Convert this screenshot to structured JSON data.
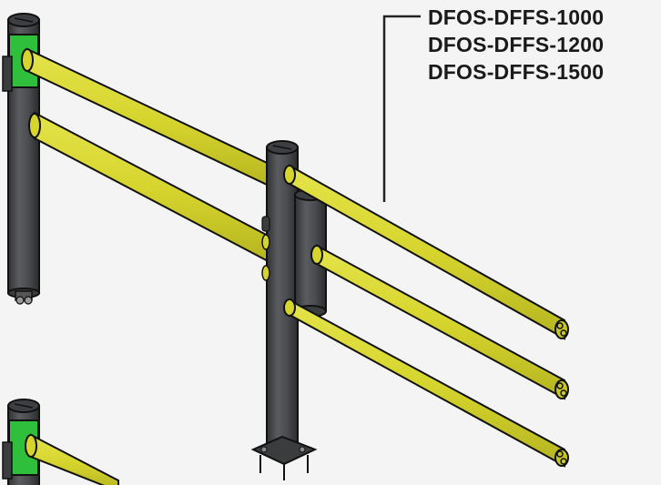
{
  "callout": {
    "models": [
      "DFOS-DFFS-1000",
      "DFOS-DFFS-1200",
      "DFOS-DFFS-1500"
    ]
  },
  "colors": {
    "rail": "#d6d52e",
    "rail_edge": "#6b6a10",
    "post": "#4a4c4f",
    "post_edge": "#111111",
    "clamp": "#2fbf3d",
    "background": "#f4f4f4",
    "leader": "#222222"
  }
}
